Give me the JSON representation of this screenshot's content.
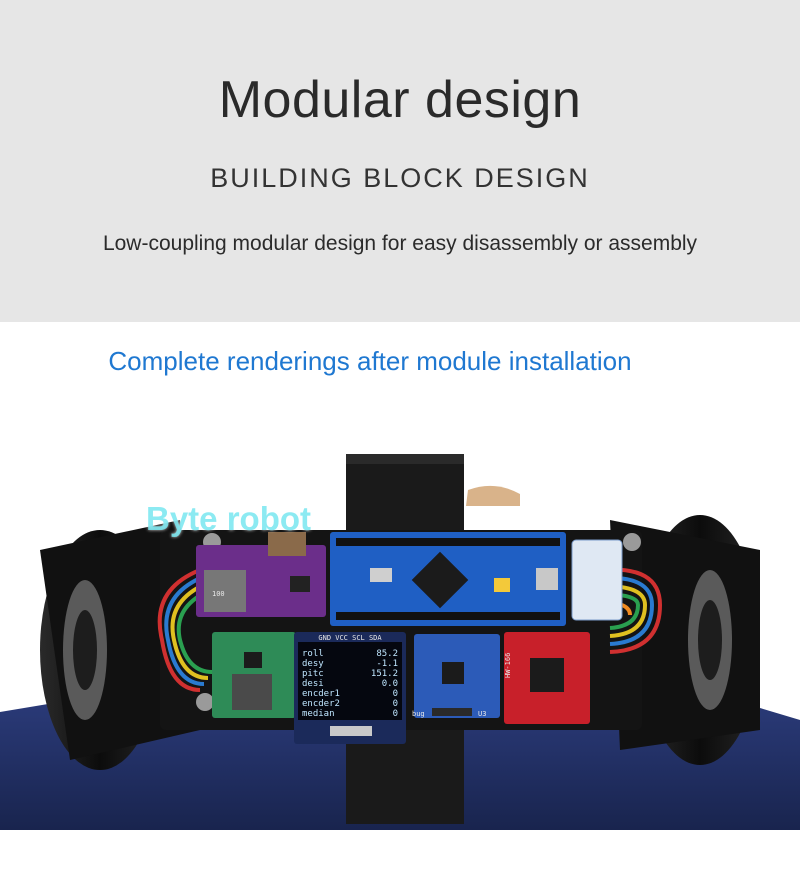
{
  "header": {
    "title": "Modular design",
    "subtitle": "BUILDING BLOCK DESIGN",
    "description": "Low-coupling modular design for easy disassembly or assembly"
  },
  "caption": "Complete renderings after module installation",
  "watermark": "Byte robot",
  "pcb": {
    "oled_lines": [
      "roll",
      "desy",
      "pitc",
      "desi",
      "encder1",
      "encder2",
      "median"
    ],
    "oled_values": [
      "85.2",
      "-1.1",
      "151.2",
      "0.0",
      "0",
      "0",
      "0"
    ],
    "oled_pins": "GND VCC SCL SDA",
    "debug_label": "bug",
    "u3_label": "U3",
    "inductor_label": "100",
    "driver_label": "HW-166"
  },
  "colors": {
    "header_bg": "#e6e6e6",
    "caption_blue": "#1f78d1",
    "base_navy": "#1f2e63",
    "board_black": "#141414",
    "stm32_blue": "#1f5fc4",
    "module_green": "#2e8b57",
    "module_purple": "#6b2e8a",
    "module_red": "#c8202a"
  }
}
